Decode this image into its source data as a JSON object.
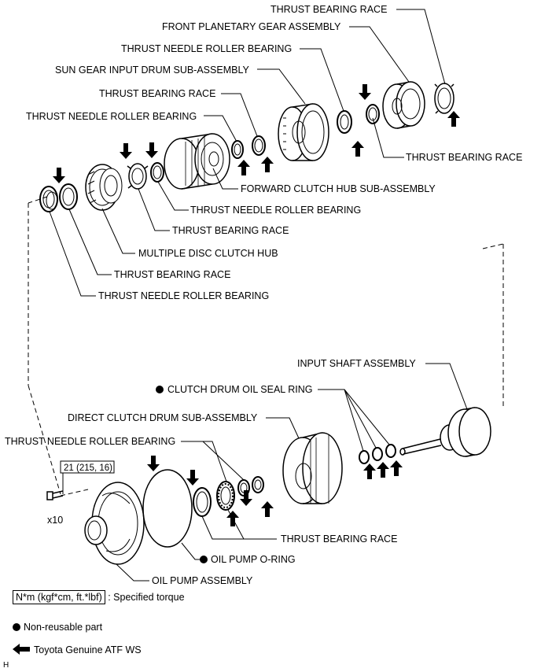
{
  "labels": {
    "thrust_bearing_race_1": "THRUST BEARING RACE",
    "front_planetary_gear_assembly": "FRONT PLANETARY GEAR ASSEMBLY",
    "thrust_needle_roller_bearing_1": "THRUST NEEDLE ROLLER BEARING",
    "sun_gear_input_drum": "SUN GEAR INPUT DRUM SUB-ASSEMBLY",
    "thrust_bearing_race_2": "THRUST BEARING RACE",
    "thrust_needle_roller_bearing_2": "THRUST NEEDLE ROLLER BEARING",
    "thrust_bearing_race_3": "THRUST BEARING RACE",
    "forward_clutch_hub": "FORWARD CLUTCH HUB SUB-ASSEMBLY",
    "thrust_needle_roller_bearing_3": "THRUST NEEDLE ROLLER BEARING",
    "thrust_bearing_race_4": "THRUST BEARING RACE",
    "multiple_disc_clutch_hub": "MULTIPLE DISC CLUTCH HUB",
    "thrust_bearing_race_5": "THRUST BEARING RACE",
    "thrust_needle_roller_bearing_4": "THRUST NEEDLE ROLLER BEARING",
    "input_shaft_assembly": "INPUT SHAFT ASSEMBLY",
    "clutch_drum_oil_seal_ring": "CLUTCH DRUM OIL SEAL RING",
    "direct_clutch_drum": "DIRECT CLUTCH DRUM SUB-ASSEMBLY",
    "thrust_needle_roller_bearing_5": "THRUST NEEDLE ROLLER BEARING",
    "torque_value": "21 (215, 16)",
    "bolt_count": "x10",
    "thrust_bearing_race_6": "THRUST BEARING RACE",
    "oil_pump_o_ring": "OIL PUMP O-RING",
    "oil_pump_assembly": "OIL PUMP ASSEMBLY"
  },
  "legend": {
    "torque_unit": "N*m (kgf*cm, ft.*lbf)",
    "torque_text": ": Specified torque",
    "non_reusable": "Non-reusable part",
    "atf": "Toyota Genuine ATF WS"
  },
  "figure_code": "H"
}
